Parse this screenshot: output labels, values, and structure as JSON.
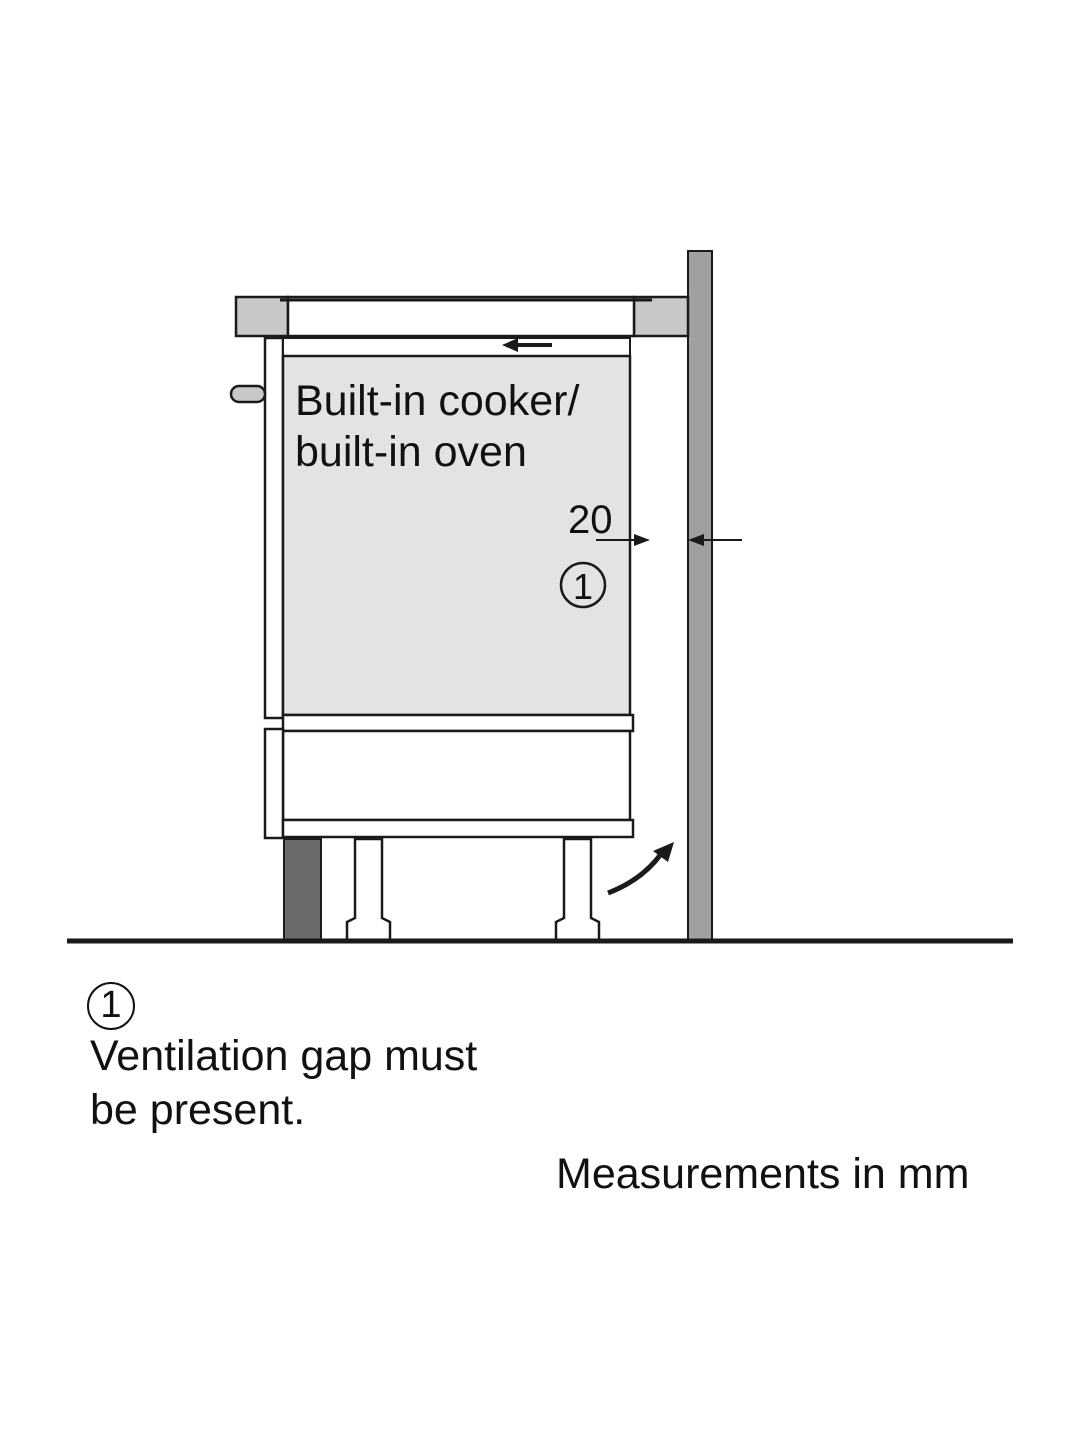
{
  "diagram": {
    "appliance_label_line1": "Built-in cooker/",
    "appliance_label_line2": "built-in oven",
    "gap_dimension": "20",
    "gap_marker": "1"
  },
  "legend": {
    "marker": "1",
    "text_line1": "Ventilation gap must",
    "text_line2": "be present."
  },
  "units_note": "Measurements in mm",
  "colors": {
    "line": "#1a1a1a",
    "appliance_fill": "#e3e3e3",
    "trim_fill": "#c8c8c8",
    "wall_fill": "#a0a0a0",
    "plinth_fill": "#6b6b6b"
  }
}
